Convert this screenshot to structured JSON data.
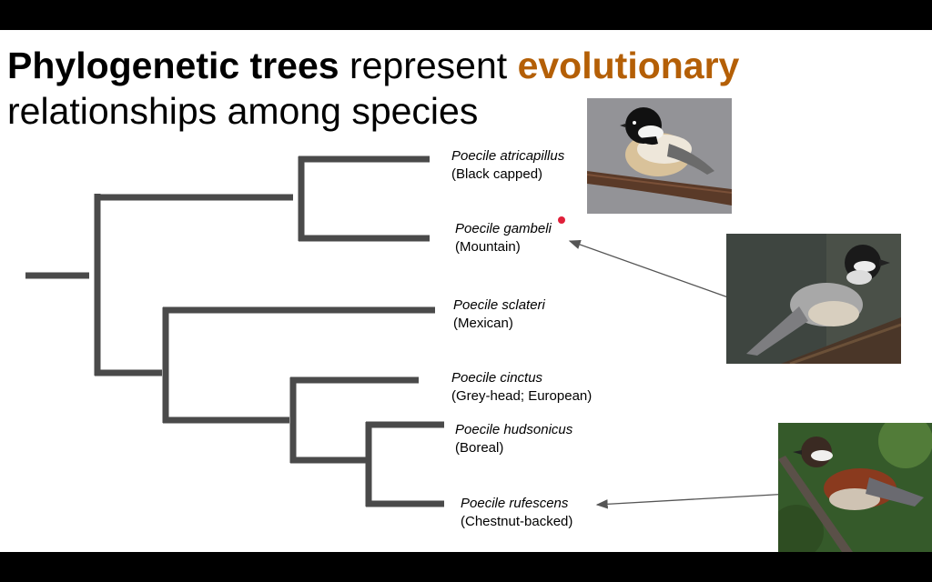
{
  "title": {
    "part1": "Phylogenetic trees",
    "part2": " represent ",
    "part3": "evolutionary",
    "part4": "relationships among species",
    "accent_color": "#b45f06"
  },
  "species": [
    {
      "scientific": "Poecile atricapillus",
      "common": "(Black capped)"
    },
    {
      "scientific": "Poecile gambeli",
      "common": "(Mountain)"
    },
    {
      "scientific": "Poecile sclateri",
      "common": "(Mexican)"
    },
    {
      "scientific": "Poecile cinctus",
      "common": "(Grey-head; European)"
    },
    {
      "scientific": "Poecile hudsonicus",
      "common": "(Boreal)"
    },
    {
      "scientific": "Poecile rufescens",
      "common": "(Chestnut-backed)"
    }
  ],
  "photos": [
    {
      "icon": "black-capped-chickadee-photo"
    },
    {
      "icon": "mountain-chickadee-photo"
    },
    {
      "icon": "chestnut-backed-chickadee-photo"
    }
  ],
  "colors": {
    "tree": "#4a4a4a",
    "arrow": "#555555",
    "laser": "#e0203a"
  }
}
